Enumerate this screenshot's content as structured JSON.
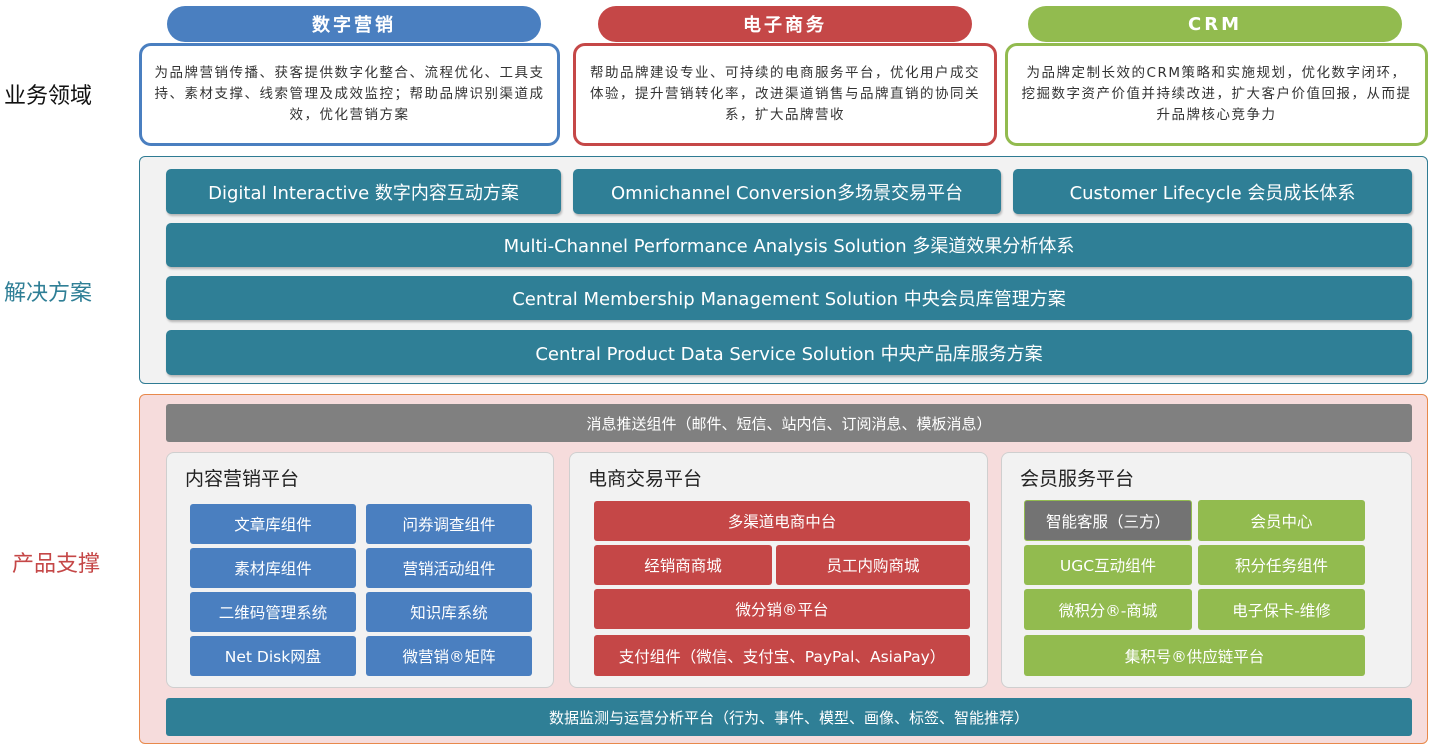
{
  "labels": {
    "business": "业务领域",
    "solutions": "解决方案",
    "products": "产品支撑"
  },
  "colors": {
    "blue": "#4a7fc0",
    "red": "#c54747",
    "green": "#92bb4f",
    "teal": "#2f7f96",
    "orange": "#e8894b"
  },
  "domains": [
    {
      "title": "数字营销",
      "desc": "为品牌营销传播、获客提供数字化整合、流程优化、工具支持、素材支撑、线索管理及成效监控；帮助品牌识别渠道成效，优化营销方案"
    },
    {
      "title": "电子商务",
      "desc": "帮助品牌建设专业、可持续的电商服务平台，优化用户成交体验，提升营销转化率，改进渠道销售与品牌直销的协同关系，扩大品牌营收"
    },
    {
      "title": "CRM",
      "desc": "为品牌定制长效的CRM策略和实施规划，优化数字闭环，挖掘数字资产价值并持续改进，扩大客户价值回报，从而提升品牌核心竞争力"
    }
  ],
  "solutions": {
    "top": [
      "Digital Interactive 数字内容互动方案",
      "Omnichannel Conversion多场景交易平台",
      "Customer Lifecycle 会员成长体系"
    ],
    "wide": [
      "Multi-Channel Performance Analysis Solution 多渠道效果分析体系",
      "Central Membership Management Solution 中央会员库管理方案",
      "Central Product Data Service Solution 中央产品库服务方案"
    ]
  },
  "products": {
    "message_bar": "消息推送组件（邮件、短信、站内信、订阅消息、模板消息）",
    "content_platform": {
      "title": "内容营销平台",
      "tiles": [
        "文章库组件",
        "问券调查组件",
        "素材库组件",
        "营销活动组件",
        "二维码管理系统",
        "知识库系统",
        "Net Disk网盘",
        "微营销®矩阵"
      ]
    },
    "ecommerce_platform": {
      "title": "电商交易平台",
      "tiles": [
        "多渠道电商中台",
        "经销商商城",
        "员工内购商城",
        "微分销®平台",
        "支付组件（微信、支付宝、PayPal、AsiaPay）"
      ]
    },
    "member_platform": {
      "title": "会员服务平台",
      "tiles": [
        "智能客服（三方）",
        "会员中心",
        "UGC互动组件",
        "积分任务组件",
        "微积分®-商城",
        "电子保卡-维修",
        "集积号®供应链平台"
      ]
    },
    "bottom_bar": "数据监测与运营分析平台（行为、事件、模型、画像、标签、智能推荐）"
  }
}
